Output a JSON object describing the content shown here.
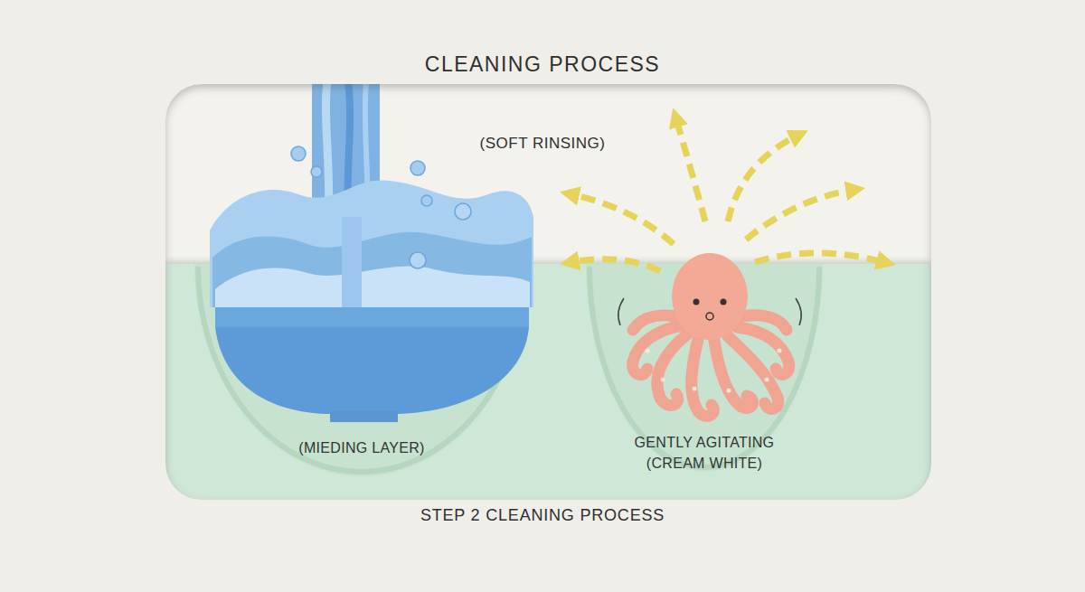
{
  "diagram": {
    "title": "CLEANING PROCESS",
    "caption": "STEP 2 CLEANING PROCESS",
    "nodes": [
      {
        "text": [
          "(MIEDING LAYER)"
        ]
      },
      {
        "text": [
          "GENTLY AGITATING (CREAM WHITE)"
        ]
      }
    ],
    "labels": [
      "(SOFT RINSING)"
    ]
  }
}
